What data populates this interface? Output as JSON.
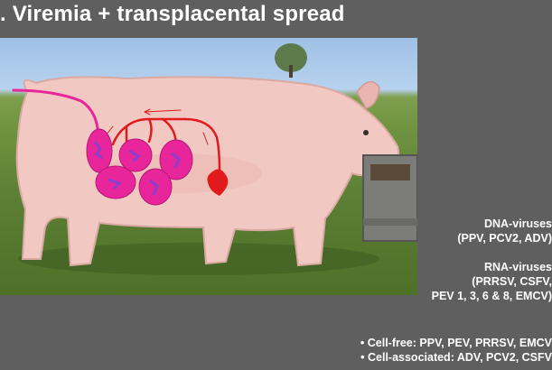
{
  "slide": {
    "title": ". Viremia + transplacental spread"
  },
  "dna_viruses": {
    "heading": "DNA-viruses",
    "list": "(PPV, PCV2, ADV)"
  },
  "rna_viruses": {
    "heading": "RNA-viruses",
    "list_line1": "(PRRSV, CSFV,",
    "list_line2": "PEV 1, 3, 6 & 8, EMCV)"
  },
  "bullets": [
    "• Cell-free: PPV, PEV, PRRSV, EMCV",
    "• Cell-associated: ADV, PCV2, CSFV"
  ],
  "colors": {
    "background": "#5f5f5f",
    "text": "#ffffff",
    "uterus_magenta": "#e8259a",
    "fetus_purple": "#8a3fcf",
    "vessel_red": "#e11b1b"
  }
}
